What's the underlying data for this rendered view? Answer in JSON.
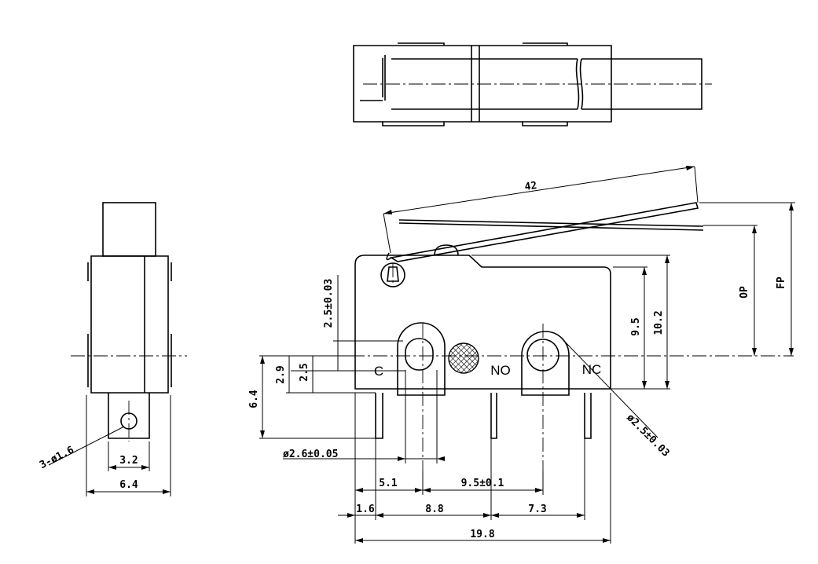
{
  "dimensions": {
    "lever_length": "42",
    "op": "OP",
    "fp": "FP",
    "terminal_hole_offset": "2.5±0.03",
    "height_9_5": "9.5",
    "height_10_2": "10.2",
    "dim_2_9": "2.9",
    "dim_2_5": "2.5",
    "dim_6_4_vertical": "6.4",
    "hole_diameter_nc": "ø2.5±0.03",
    "pin_diameter": "ø2.6±0.05",
    "pitch_5_1": "5.1",
    "pitch_9_5": "9.5±0.1",
    "dim_1_6": "1.6",
    "dim_8_8": "8.8",
    "dim_7_3": "7.3",
    "overall_width": "19.8",
    "side_holes": "3-ø1.6",
    "side_3_2": "3.2",
    "side_6_4": "6.4"
  },
  "terminals": {
    "common": "C",
    "normally_open": "NO",
    "normally_closed": "NC"
  }
}
